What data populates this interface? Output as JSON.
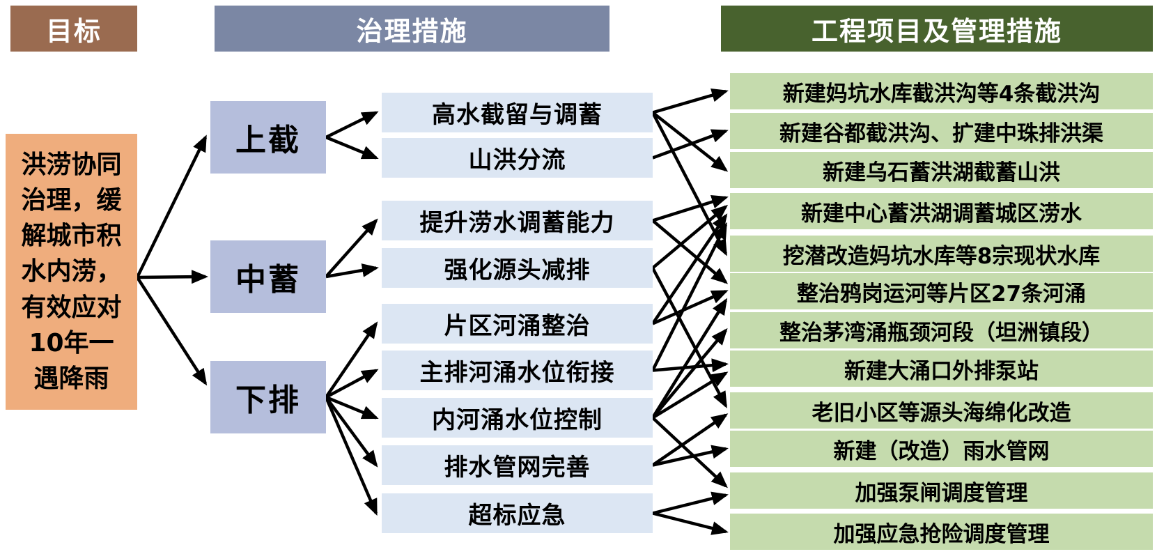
{
  "headers": {
    "goal": "目标",
    "measures": "治理措施",
    "projects": "工程项目及管理措施"
  },
  "goal_box": {
    "text": "洪涝协同治理，缓解城市积水内涝，有效应对10年一遇降雨"
  },
  "categories": [
    {
      "id": "cat-shangjie",
      "label": "上截"
    },
    {
      "id": "cat-zhongxu",
      "label": "中蓄"
    },
    {
      "id": "cat-xiapai",
      "label": "下排"
    }
  ],
  "measures": [
    {
      "id": "m1",
      "label": "高水截留与调蓄"
    },
    {
      "id": "m2",
      "label": "山洪分流"
    },
    {
      "id": "m3",
      "label": "提升涝水调蓄能力"
    },
    {
      "id": "m4",
      "label": "强化源头减排"
    },
    {
      "id": "m5",
      "label": "片区河涌整治"
    },
    {
      "id": "m6",
      "label": "主排河涌水位衔接"
    },
    {
      "id": "m7",
      "label": "内河涌水位控制"
    },
    {
      "id": "m8",
      "label": "排水管网完善"
    },
    {
      "id": "m9",
      "label": "超标应急"
    }
  ],
  "projects": [
    {
      "id": "g1",
      "label": "新建妈坑水库截洪沟等4条截洪沟"
    },
    {
      "id": "g2",
      "label": "新建谷都截洪沟、扩建中珠排洪渠"
    },
    {
      "id": "g3",
      "label": "新建乌石蓄洪湖截蓄山洪"
    },
    {
      "id": "g4",
      "label": "新建中心蓄洪湖调蓄城区涝水"
    },
    {
      "id": "g5",
      "label": "挖潜改造妈坑水库等8宗现状水库"
    },
    {
      "id": "g6",
      "label": "整治鸦岗运河等片区27条河涌"
    },
    {
      "id": "g7",
      "label": "整治茅湾涌瓶颈河段（坦洲镇段）"
    },
    {
      "id": "g8",
      "label": "新建大涌口外排泵站"
    },
    {
      "id": "g9",
      "label": "老旧小区等源头海绵化改造"
    },
    {
      "id": "g10",
      "label": "新建（改造）雨水管网"
    },
    {
      "id": "g11",
      "label": "加强泵闸调度管理"
    },
    {
      "id": "g12",
      "label": "加强应急抢险调度管理"
    }
  ],
  "links": {
    "goal_to_categories": [
      "cat-shangjie",
      "cat-zhongxu",
      "cat-xiapai"
    ],
    "category_to_measures": [
      [
        "cat-shangjie",
        "m1"
      ],
      [
        "cat-shangjie",
        "m2"
      ],
      [
        "cat-zhongxu",
        "m3"
      ],
      [
        "cat-zhongxu",
        "m4"
      ],
      [
        "cat-xiapai",
        "m5"
      ],
      [
        "cat-xiapai",
        "m6"
      ],
      [
        "cat-xiapai",
        "m7"
      ],
      [
        "cat-xiapai",
        "m8"
      ],
      [
        "cat-xiapai",
        "m9"
      ]
    ],
    "measure_to_projects": [
      [
        "m1",
        "g1"
      ],
      [
        "m1",
        "g3"
      ],
      [
        "m1",
        "g5"
      ],
      [
        "m2",
        "g2"
      ],
      [
        "m3",
        "g4"
      ],
      [
        "m3",
        "g6"
      ],
      [
        "m4",
        "g4"
      ],
      [
        "m4",
        "g9"
      ],
      [
        "m5",
        "g4"
      ],
      [
        "m5",
        "g6"
      ],
      [
        "m6",
        "g4"
      ],
      [
        "m6",
        "g8"
      ],
      [
        "m7",
        "g6"
      ],
      [
        "m7",
        "g7"
      ],
      [
        "m7",
        "g8"
      ],
      [
        "m7",
        "g11"
      ],
      [
        "m8",
        "g9"
      ],
      [
        "m8",
        "g10"
      ],
      [
        "m9",
        "g11"
      ],
      [
        "m9",
        "g12"
      ]
    ]
  },
  "colors": {
    "header_goal_bg": "#9A6B50",
    "header_measures_bg": "#7B87A4",
    "header_projects_bg": "#48622E",
    "goal_box_bg": "#EFAD7D",
    "category_bg": "#B5BEDC",
    "measure_bg": "#DCE6F3",
    "project_bg": "#C5DBAD",
    "arrow": "#000000",
    "text": "#000000",
    "header_text": "#FFFFFF"
  }
}
